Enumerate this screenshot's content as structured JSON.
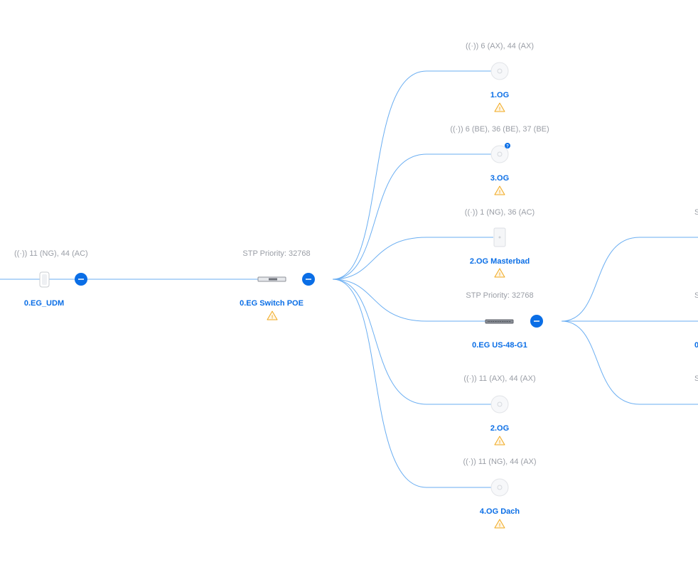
{
  "colors": {
    "link": "#6aaef2",
    "accent": "#0a6ee6",
    "muted": "#9a9ea6",
    "warning": "#f0a81d"
  },
  "devices": {
    "udm": {
      "name": "0.EG_UDM",
      "channels": "11 (NG), 44 (AC)",
      "icon": "gateway-icon"
    },
    "switch_poe": {
      "name": "0.EG Switch POE",
      "stp": "STP Priority: 32768",
      "icon": "switch-icon",
      "warning": true
    },
    "ap_1og": {
      "name": "1.OG",
      "channels": "6 (AX), 44 (AX)",
      "icon": "access-point-icon",
      "warning": true
    },
    "ap_3og": {
      "name": "3.OG",
      "channels": "6 (BE), 36 (BE), 37 (BE)",
      "icon": "access-point-icon",
      "badge": "?",
      "warning": true
    },
    "ap_2og_masterbad": {
      "name": "2.OG Masterbad",
      "channels": "1 (NG), 36 (AC)",
      "icon": "wall-access-point-icon",
      "warning": true
    },
    "us48": {
      "name": "0.EG US-48-G1",
      "stp": "STP Priority: 32768",
      "icon": "switch-icon"
    },
    "ap_2og": {
      "name": "2.OG",
      "channels": "11 (AX), 44 (AX)",
      "icon": "access-point-icon",
      "warning": true
    },
    "ap_4og_dach": {
      "name": "4.OG Dach",
      "channels": "11 (NG), 44 (AX)",
      "icon": "access-point-icon",
      "warning": true
    }
  },
  "offscreen_fragments": {
    "child_stp_1": "S",
    "child_stp_2": "S",
    "child_stp_3": "S",
    "child_name_prefix": "0."
  }
}
